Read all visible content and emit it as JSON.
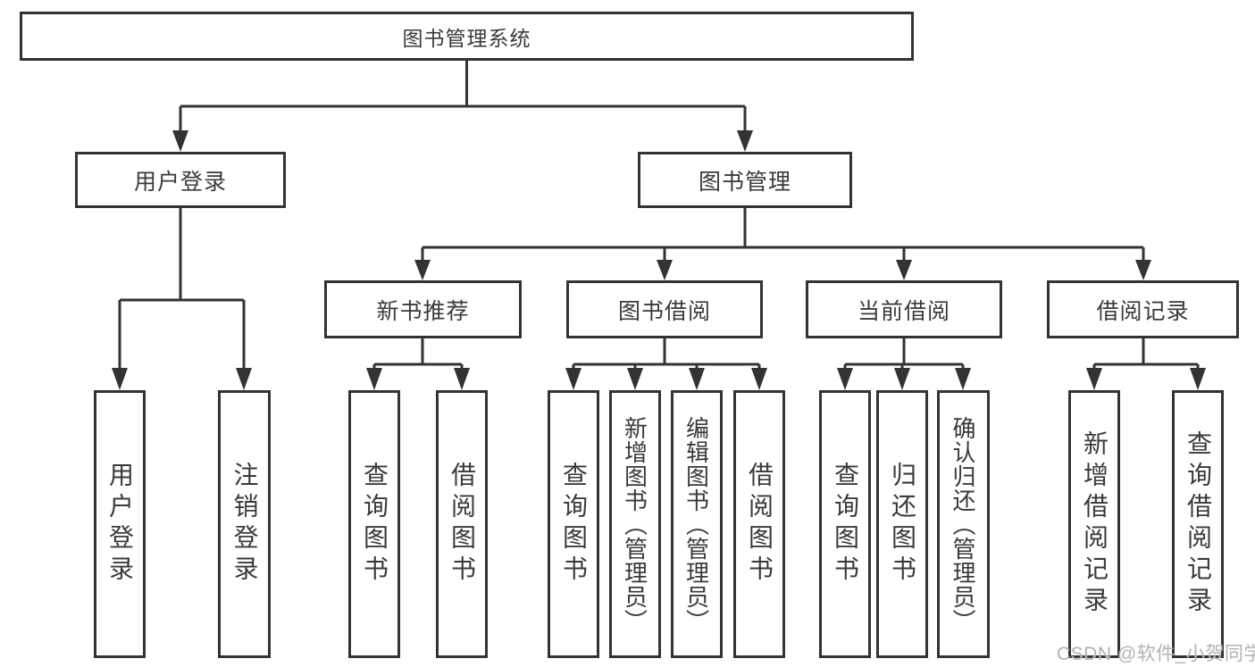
{
  "root": {
    "label": "图书管理系统"
  },
  "login": {
    "label": "用户登录",
    "children": [
      {
        "label": "用户登录"
      },
      {
        "label": "注销登录"
      }
    ]
  },
  "mgmt": {
    "label": "图书管理"
  },
  "modules": [
    {
      "label": "新书推荐",
      "children": [
        {
          "label": "查询图书"
        },
        {
          "label": "借阅图书"
        }
      ]
    },
    {
      "label": "图书借阅",
      "children": [
        {
          "label": "查询图书"
        },
        {
          "label": "新增图书（管理员）"
        },
        {
          "label": "编辑图书（管理员）"
        },
        {
          "label": "借阅图书"
        }
      ]
    },
    {
      "label": "当前借阅",
      "children": [
        {
          "label": "查询图书"
        },
        {
          "label": "归还图书"
        },
        {
          "label": "确认归还（管理员）"
        }
      ]
    },
    {
      "label": "借阅记录",
      "children": [
        {
          "label": "新增借阅记录"
        },
        {
          "label": "查询借阅记录"
        }
      ]
    }
  ],
  "watermark": {
    "text": "CSDN @软件_小贺同学"
  },
  "colors": {
    "line": "#333333",
    "box_border": "#333333",
    "text": "#3a3a3a",
    "watermark": "#b2b2b2",
    "background": "#ffffff"
  }
}
